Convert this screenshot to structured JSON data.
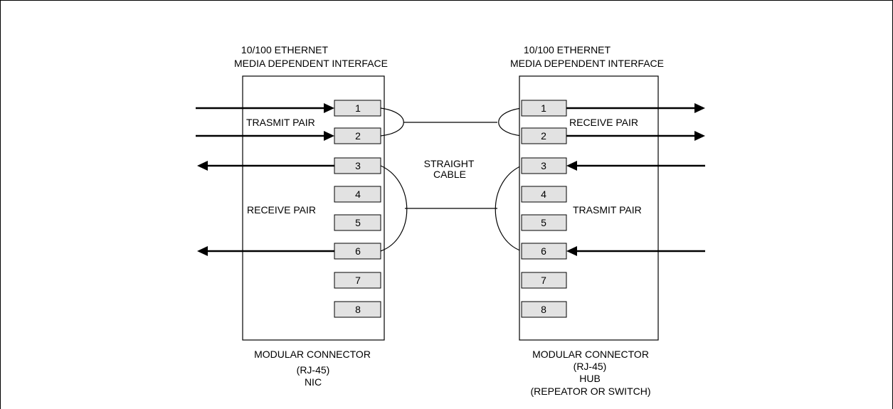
{
  "left": {
    "header_line1": "10/100 ETHERNET",
    "header_line2": "MEDIA DEPENDENT INTERFACE",
    "transmit_label": "TRASMIT PAIR",
    "receive_label": "RECEIVE PAIR",
    "footer_line1": "MODULAR CONNECTOR",
    "footer_line2": "(RJ-45)",
    "footer_line3": "NIC",
    "pins": [
      "1",
      "2",
      "3",
      "4",
      "5",
      "6",
      "7",
      "8"
    ]
  },
  "right": {
    "header_line1": "10/100 ETHERNET",
    "header_line2": "MEDIA DEPENDENT INTERFACE",
    "receive_label": "RECEIVE PAIR",
    "transmit_label": "TRASMIT PAIR",
    "footer_line1": "MODULAR CONNECTOR",
    "footer_line2": "(RJ-45)",
    "footer_line3": "HUB",
    "footer_line4": "(REPEATOR OR SWITCH)",
    "pins": [
      "1",
      "2",
      "3",
      "4",
      "5",
      "6",
      "7",
      "8"
    ]
  },
  "cable": {
    "line1": "STRAIGHT",
    "line2": "CABLE"
  }
}
